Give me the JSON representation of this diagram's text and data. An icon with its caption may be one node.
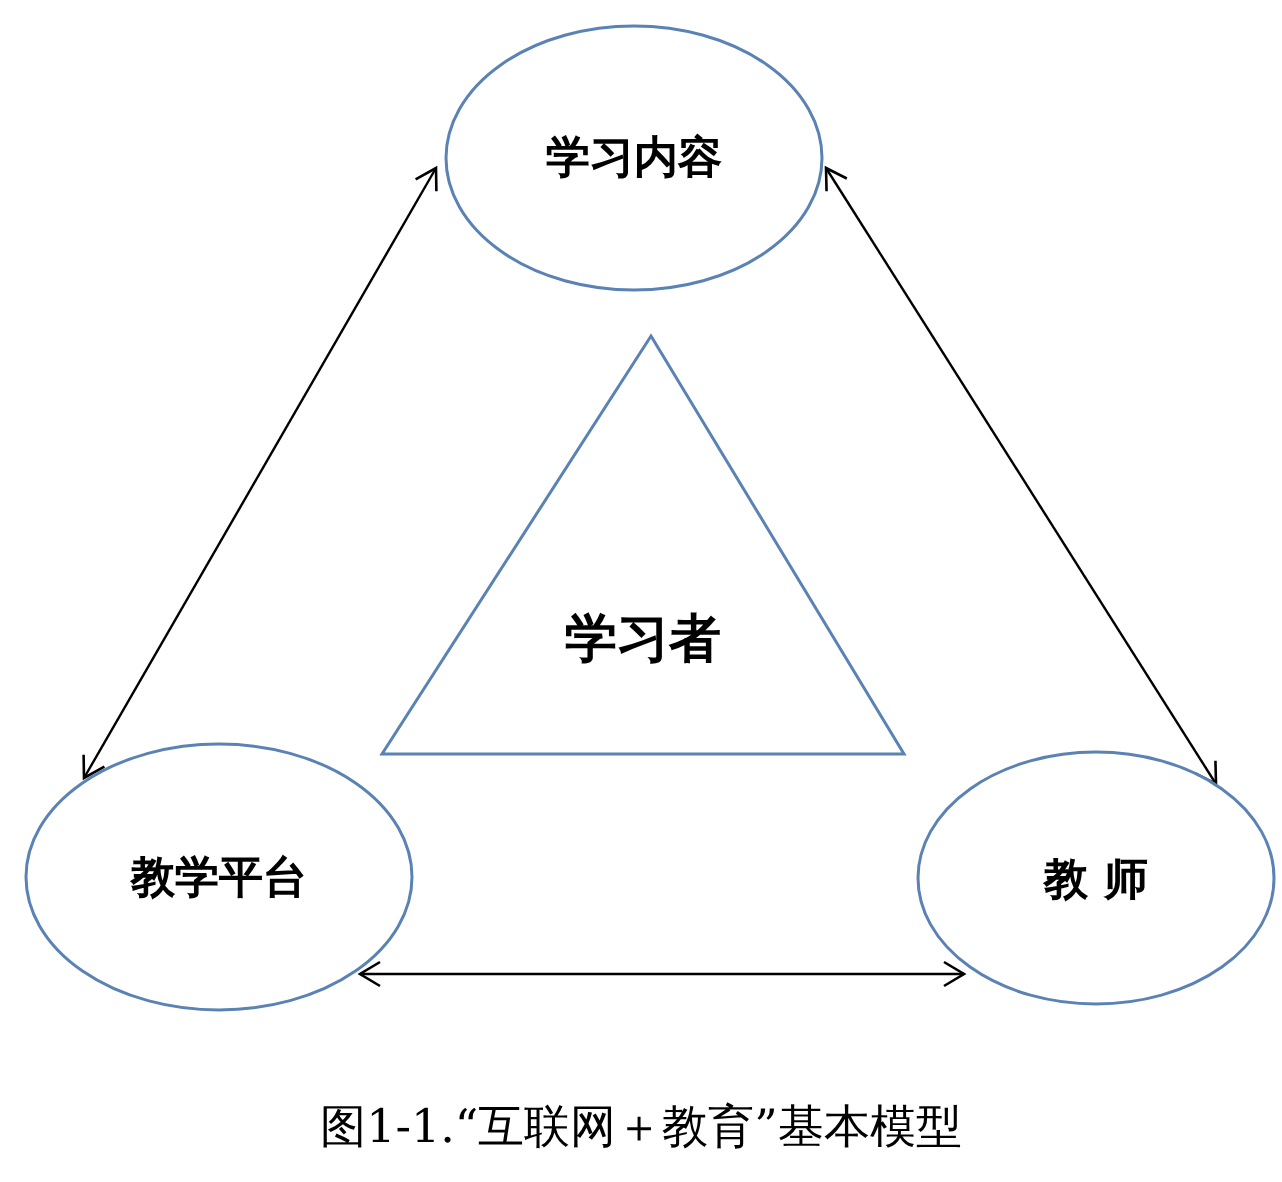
{
  "diagram": {
    "caption": "图1-1.“互联网＋教育”基本模型",
    "nodes": [
      {
        "text": [
          "学习内容"
        ]
      },
      {
        "text": [
          "学习者"
        ]
      },
      {
        "text": [
          "教学平台"
        ]
      },
      {
        "text": [
          "教 师"
        ]
      }
    ],
    "edges": [
      {
        "from": 0,
        "to": 2,
        "arrow": "both"
      },
      {
        "from": 0,
        "to": 3,
        "arrow": "both"
      },
      {
        "from": 2,
        "to": 3,
        "arrow": "both"
      }
    ]
  }
}
